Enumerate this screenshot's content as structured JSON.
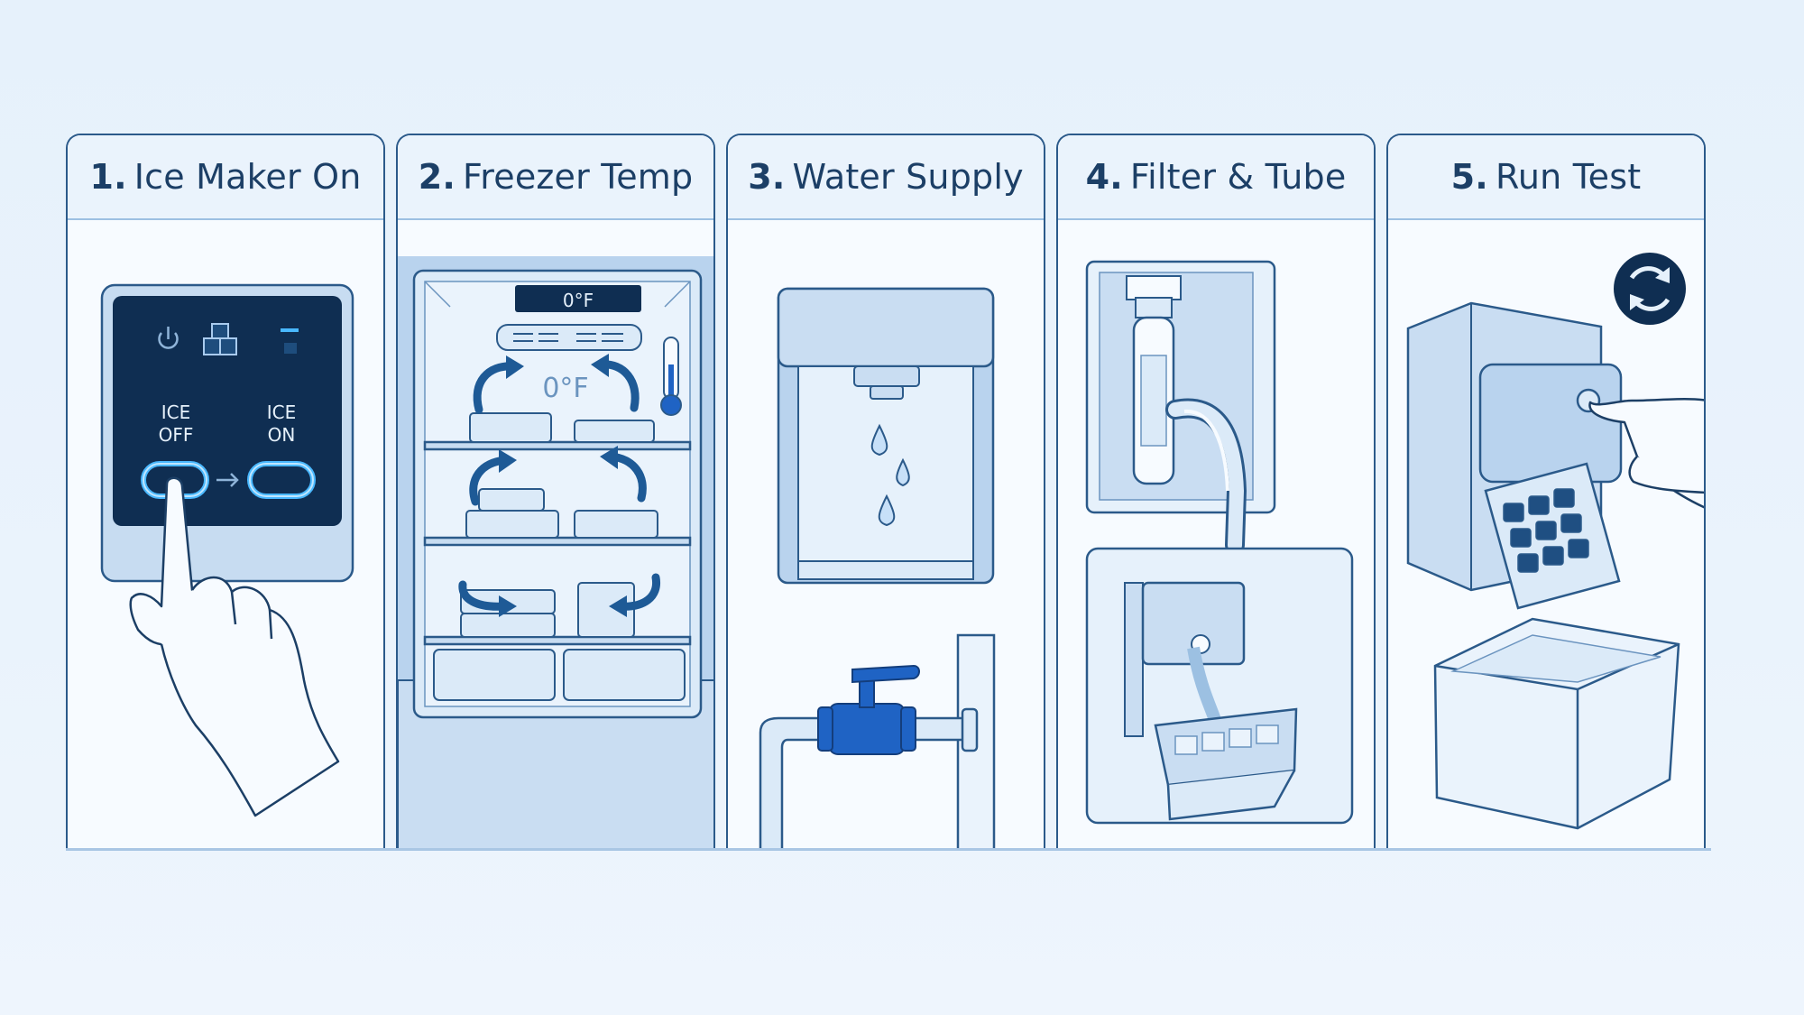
{
  "steps": [
    {
      "number": "1.",
      "title": "Ice Maker On"
    },
    {
      "number": "2.",
      "title": "Freezer Temp"
    },
    {
      "number": "3.",
      "title": "Water Supply"
    },
    {
      "number": "4.",
      "title": "Filter & Tube"
    },
    {
      "number": "5.",
      "title": "Run Test"
    }
  ],
  "ice_panel": {
    "off_label_line1": "ICE",
    "off_label_line2": "OFF",
    "on_label_line1": "ICE",
    "on_label_line2": "ON"
  },
  "freezer": {
    "display": "0°F",
    "center_label": "0°F"
  },
  "icons": [
    "power-icon",
    "ice-cubes-icon",
    "pointing-hand-icon",
    "thermometer-icon",
    "airflow-arrow-icon",
    "water-drop-icon",
    "valve-icon",
    "water-filter-icon",
    "ice-tray-icon",
    "refresh-icon"
  ],
  "colors": {
    "line": "#2b5a8a",
    "accent_blue": "#1f63c4",
    "glow": "#49b8ff",
    "panel_dark": "#0f2e52"
  }
}
